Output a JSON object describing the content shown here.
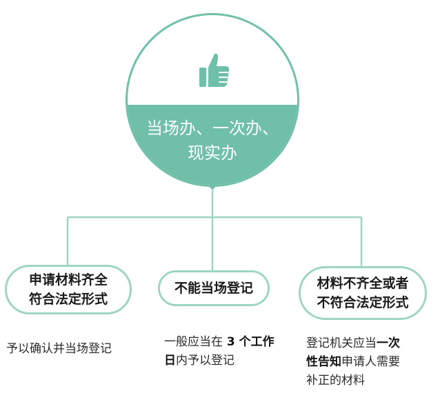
{
  "title": {
    "line1": "当场办、一次办、",
    "line2": "现实办",
    "icon": "thumbs-up-icon"
  },
  "colors": {
    "accent": "#6fbfa9",
    "accent_light": "#9ed4c3"
  },
  "branches": [
    {
      "label_line1": "申请材料齐全",
      "label_line2": "符合法定形式",
      "desc": "予以确认并当场登记"
    },
    {
      "label_line1": "不能当场登记",
      "desc_a": "一般应当在",
      "desc_b": " 3 个工作",
      "desc_c": "日",
      "desc_d": "内予以登记"
    },
    {
      "label_line1": "材料不齐全或者",
      "label_line2": "不符合法定形式",
      "desc_a": "登记机关应当",
      "desc_b": "一次",
      "desc_c": "性告知",
      "desc_d": "申请人需要",
      "desc_e": "补正的材料"
    }
  ]
}
